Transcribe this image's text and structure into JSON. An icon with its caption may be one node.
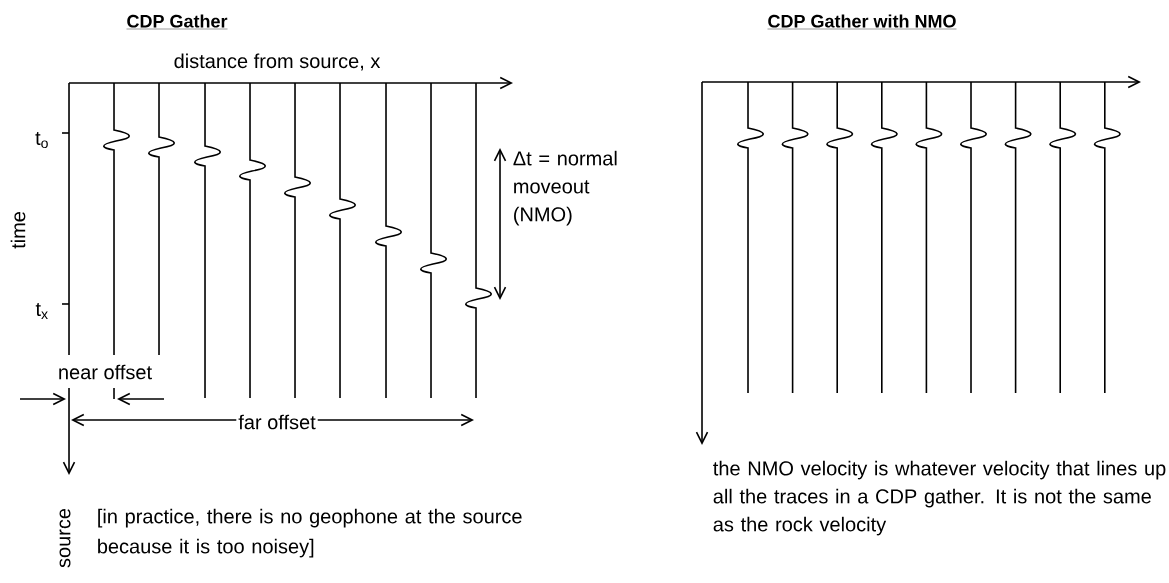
{
  "diagram": {
    "labels": [
      "CDP Gather",
      "CDP Gather with NMO",
      "distance from source, x",
      "t$_{o}$",
      "time",
      "Δt = normal moveout (NMO)",
      "t$_{x}$",
      "near offset",
      "far offset",
      "source",
      "[in practice, there is no geophone at the source because it is too noisey]",
      "the NMO velocity is whatever velocity that lines up all the traces in a CDP gather.  It is not the same as the rock velocity"
    ]
  }
}
